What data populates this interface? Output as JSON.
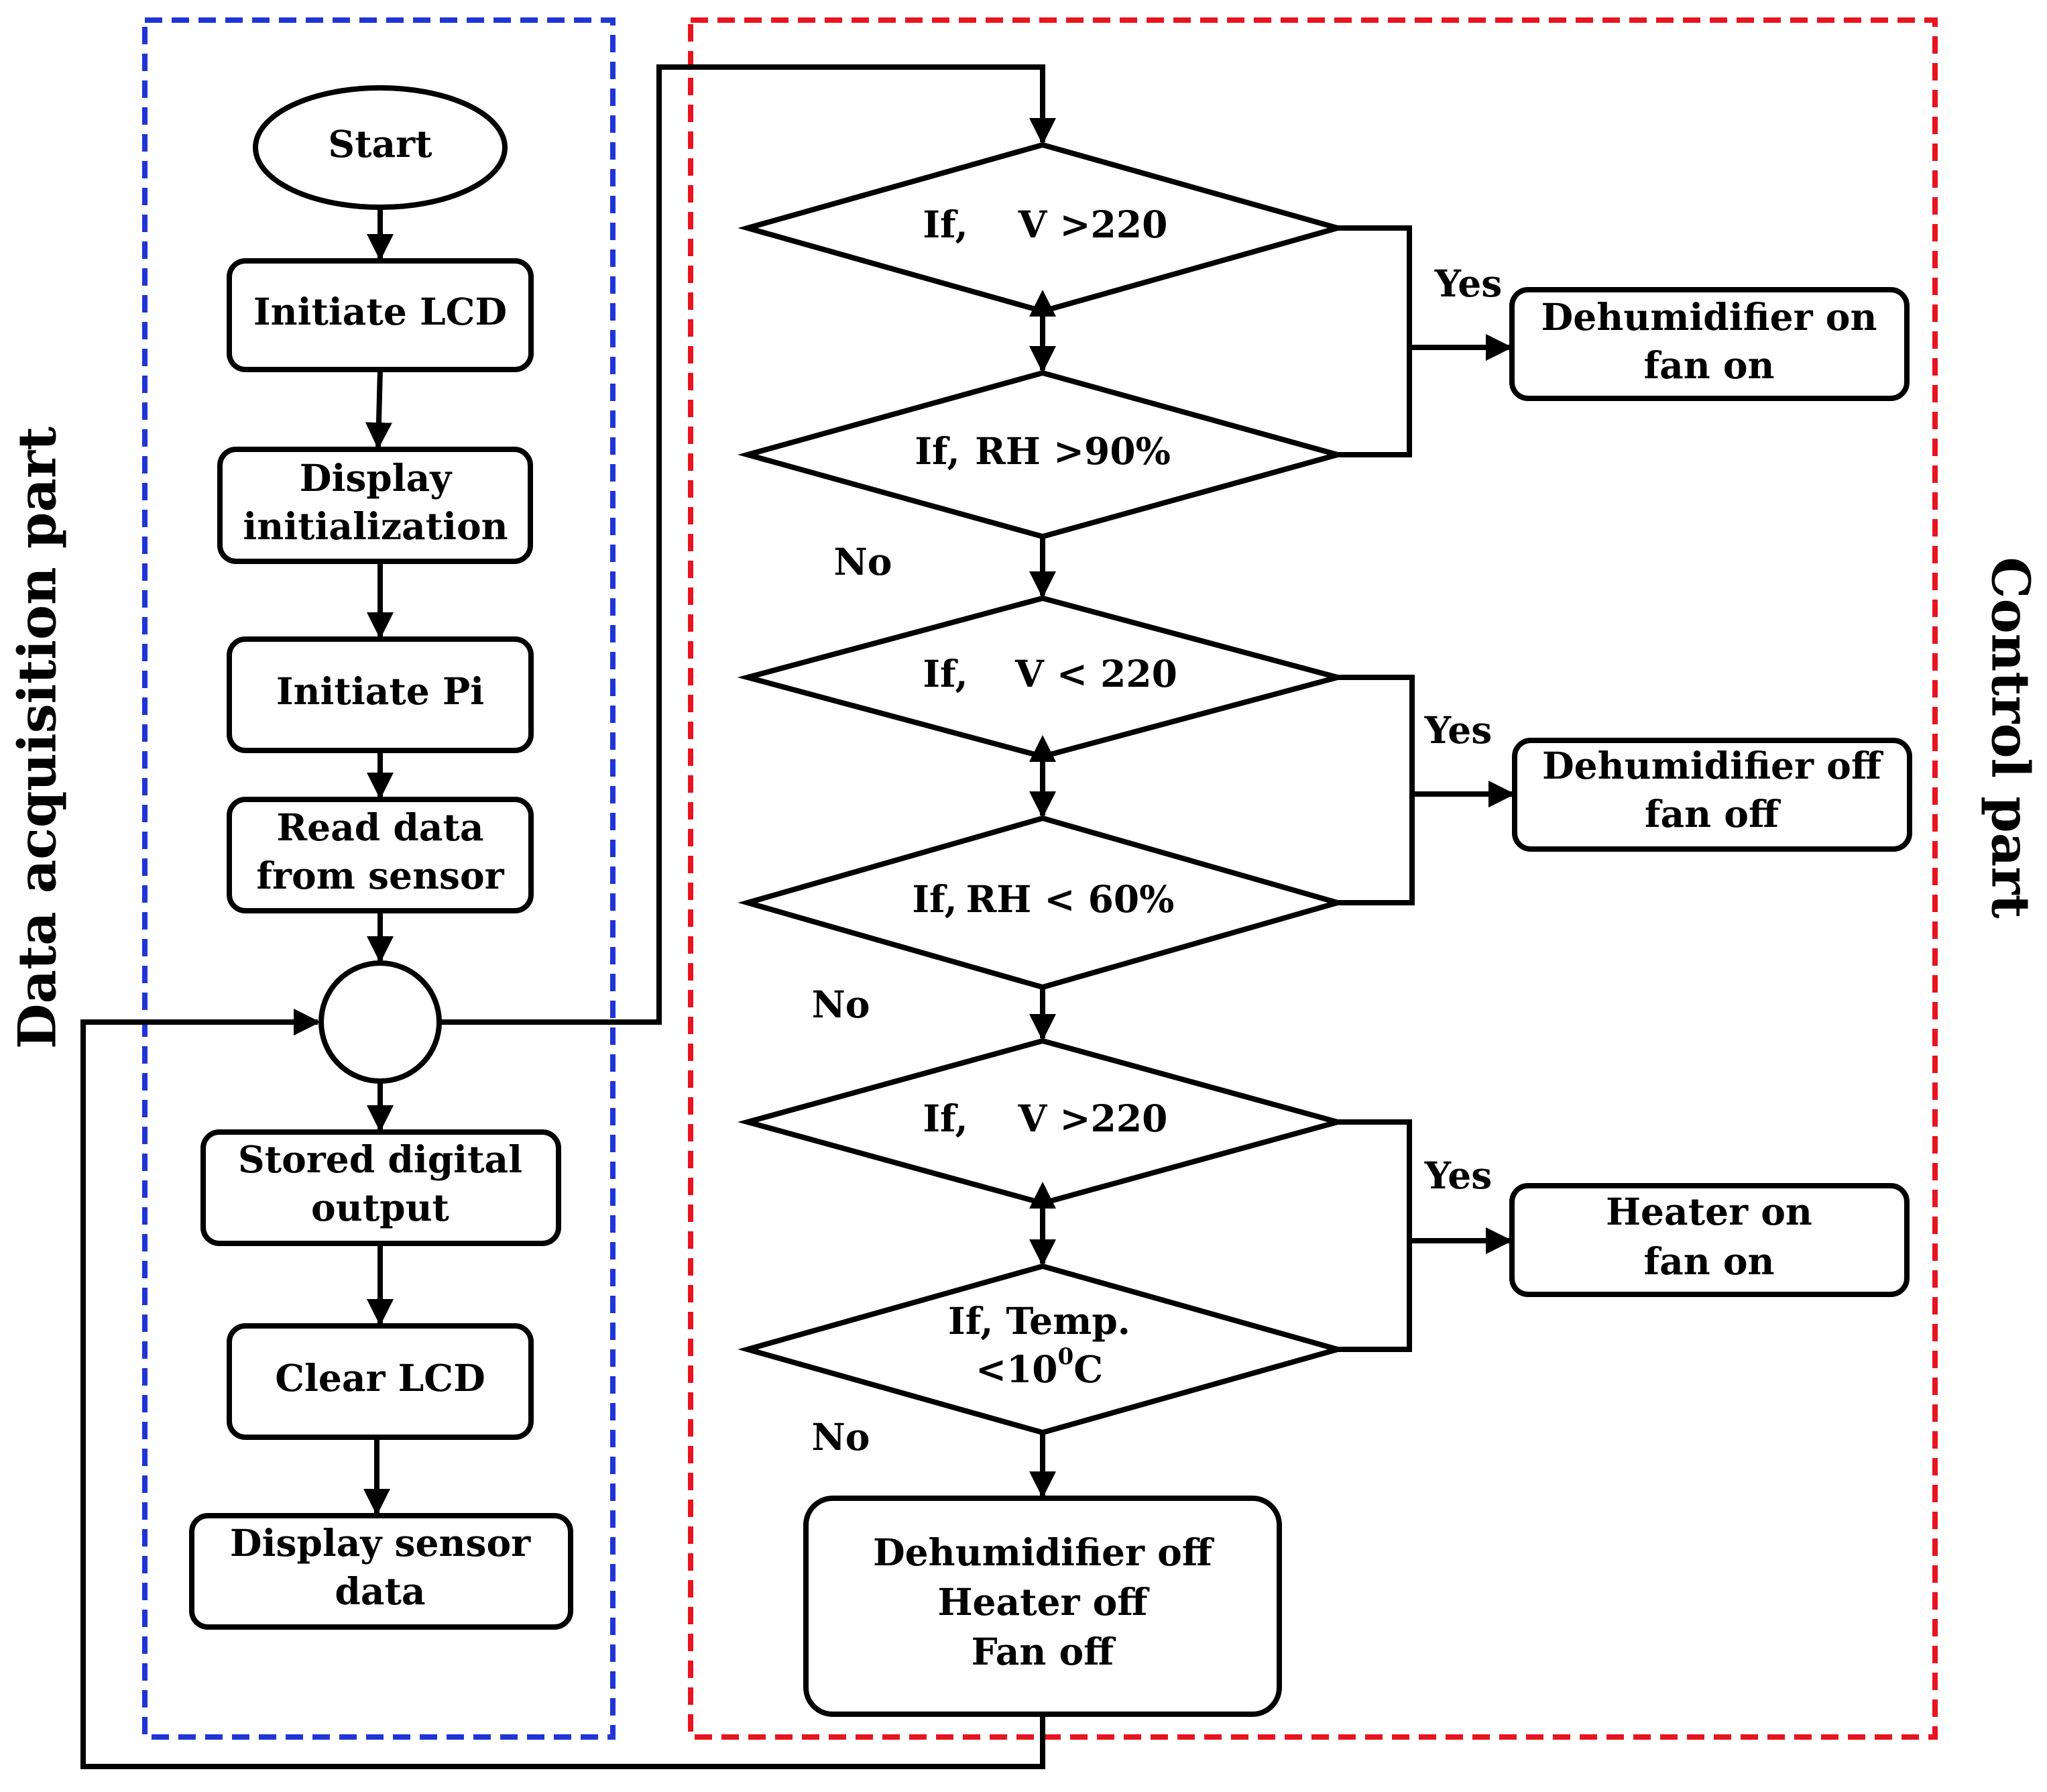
{
  "regions": {
    "left_label": "Data acquisition part",
    "right_label": "Control part",
    "left_color": "#1f35d6",
    "right_color": "#e8141f"
  },
  "acquisition": {
    "start": "Start",
    "initiate_lcd": "Initiate  LCD",
    "display_init": [
      "Display",
      "initialization"
    ],
    "initiate_pi": "Initiate  Pi",
    "read_data": [
      "Read data",
      "from sensor"
    ],
    "stored_output": [
      "Stored digital",
      "output"
    ],
    "clear_lcd": "Clear LCD",
    "display_sensor": [
      "Display  sensor",
      "data"
    ]
  },
  "control": {
    "d1": {
      "left": "If,",
      "right": "V >220"
    },
    "d2": {
      "left": "If,",
      "right": "RH >90%"
    },
    "d3": {
      "left": "If,",
      "right": "V < 220"
    },
    "d4": {
      "left": "If,",
      "right": "RH < 60%"
    },
    "d5": {
      "left": "If,",
      "right": "V >220"
    },
    "d6": {
      "line1": "If, Temp.",
      "line2_pre": "<10",
      "line2_sup": "0",
      "line2_post": "C"
    },
    "out1": [
      "Dehumidifier  on",
      "fan on"
    ],
    "out2": [
      "Dehumidifier  off",
      "fan off"
    ],
    "out3": [
      "Heater on",
      "fan on"
    ],
    "final": [
      "Dehumidifier  off",
      "Heater off",
      "Fan off"
    ],
    "yes": "Yes",
    "no": "No"
  }
}
